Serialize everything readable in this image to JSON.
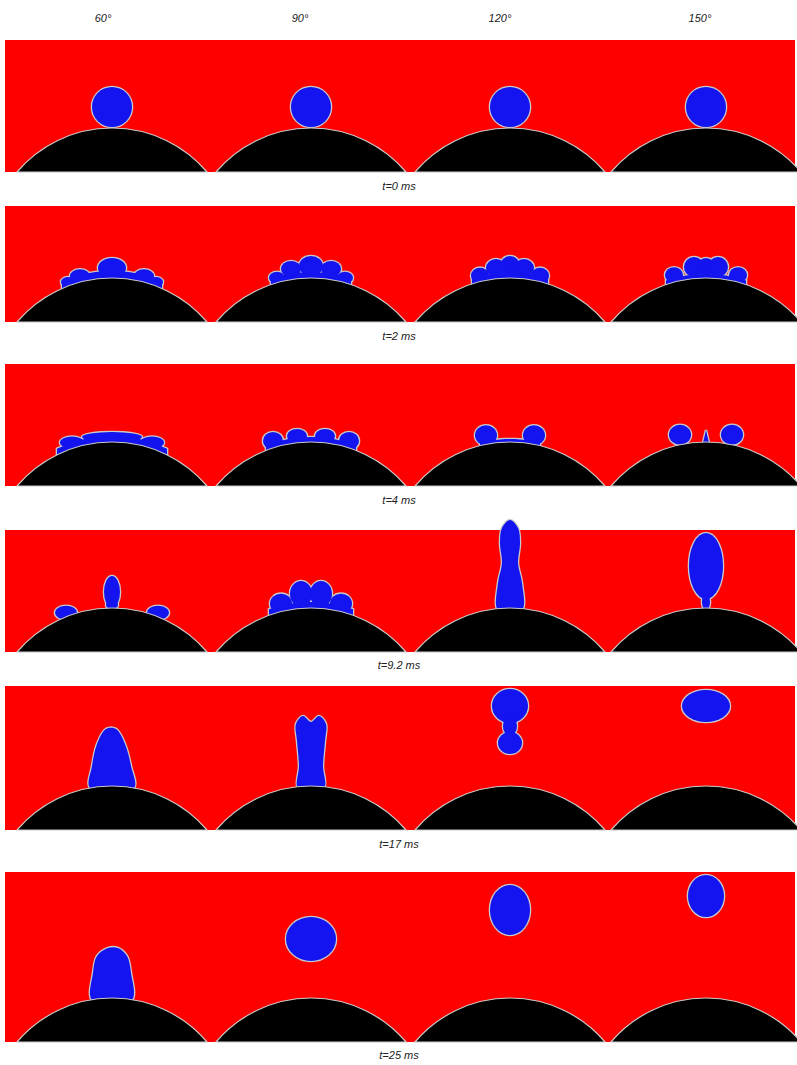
{
  "diagram": {
    "labels": [
      "60°",
      "90°",
      "120°",
      "150°",
      "t=0 ms",
      "t=2 ms",
      "t=4 ms",
      "t=9.2 ms",
      "t=17 ms",
      "t=25 ms"
    ]
  }
}
